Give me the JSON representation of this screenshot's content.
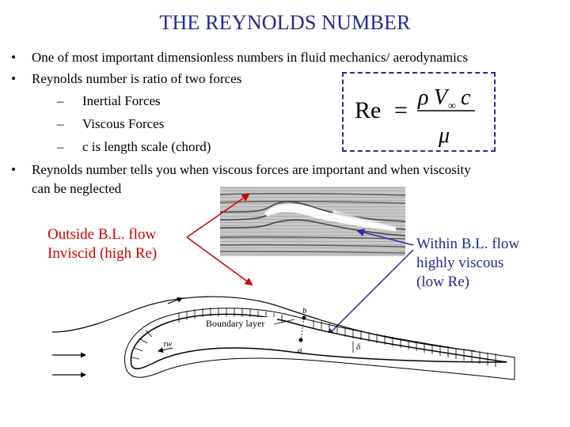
{
  "title": "THE REYNOLDS NUMBER",
  "bullets": [
    "One of most important dimensionless numbers in fluid mechanics/ aerodynamics",
    "Reynolds number is ratio of two forces",
    "Reynolds number tells you when viscous forces are important and when viscosity",
    "can be neglected"
  ],
  "sub_bullets": [
    "Inertial Forces",
    "Viscous Forces",
    "c is length scale (chord)"
  ],
  "bullet_symbol": "•",
  "dash_symbol": "–",
  "formula": {
    "lhs": "Re",
    "equals": "=",
    "rho": "ρ",
    "V": "V",
    "inf": "∞",
    "c": "c",
    "mu": "μ"
  },
  "labels": {
    "outside_line1": "Outside B.L. flow",
    "outside_line2": "Inviscid (high Re)",
    "within_line1": "Within B.L. flow",
    "within_line2": "highly viscous",
    "within_line3": "(low Re)"
  },
  "diagram": {
    "boundary_layer": "Boundary layer",
    "tau_w": "τw",
    "b": "b",
    "a": "a",
    "delta": "δ"
  },
  "colors": {
    "title": "#1f2b8f",
    "red_label": "#d10000",
    "blue_label": "#1f2b8f",
    "box_border": "#2a2aa0"
  }
}
